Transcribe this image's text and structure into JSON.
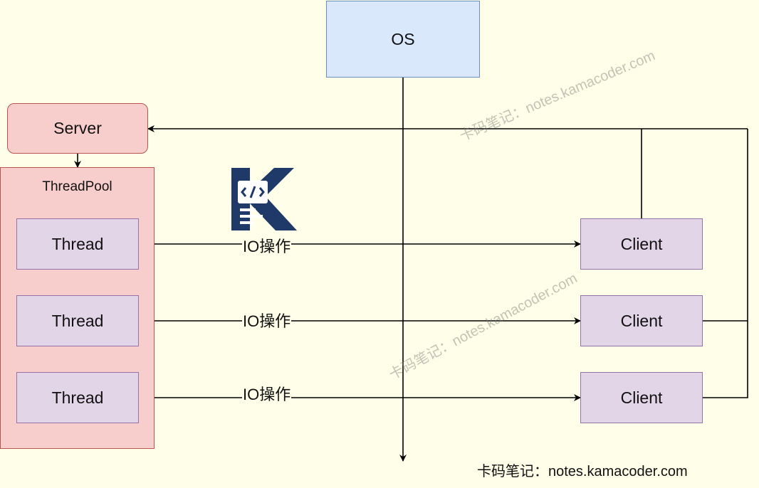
{
  "nodes": {
    "os": "OS",
    "server": "Server",
    "threadpool": "ThreadPool",
    "threads": [
      "Thread",
      "Thread",
      "Thread"
    ],
    "clients": [
      "Client",
      "Client",
      "Client"
    ]
  },
  "edges": {
    "io_labels": [
      "IO操作",
      "IO操作",
      "IO操作"
    ]
  },
  "watermarks": [
    "卡码笔记：notes.kamacoder.com",
    "卡码笔记：notes.kamacoder.com"
  ],
  "footer": "卡码笔记：notes.kamacoder.com",
  "logo_icon": "kamacoder-logo-icon",
  "colors": {
    "background": "#ffffe9",
    "os_fill": "#dae8fc",
    "os_stroke": "#6c8ebf",
    "server_fill": "#f8cecc",
    "server_stroke": "#b85450",
    "thread_fill": "#e1d5e7",
    "thread_stroke": "#9673a6",
    "logo": "#1f3a68"
  }
}
